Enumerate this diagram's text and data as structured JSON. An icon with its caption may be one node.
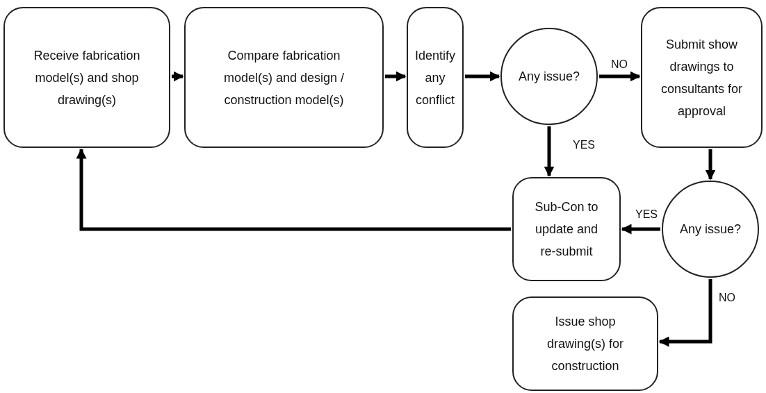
{
  "diagram": {
    "nodes": [
      {
        "text": [
          "Receive fabrication model(s) and shop drawing(s)"
        ]
      },
      {
        "text": [
          "Compare fabrication model(s) and design / construction model(s)"
        ]
      },
      {
        "text": [
          "Identify any conflict"
        ]
      },
      {
        "text": [
          "Any issue?"
        ]
      },
      {
        "text": [
          "Submit show drawings to consultants for approval"
        ]
      },
      {
        "text": [
          "Sub-Con to update and re-submit"
        ]
      },
      {
        "text": [
          "Any issue?"
        ]
      },
      {
        "text": [
          "Issue shop drawing(s) for construction"
        ]
      }
    ],
    "edges": [
      {
        "from": 0,
        "to": 1,
        "arrow": "to"
      },
      {
        "from": 1,
        "to": 2,
        "arrow": "to"
      },
      {
        "from": 2,
        "to": 3,
        "arrow": "to"
      },
      {
        "from": 3,
        "to": 4,
        "arrow": "to",
        "label": "NO"
      },
      {
        "from": 3,
        "to": 5,
        "arrow": "to",
        "label": "YES"
      },
      {
        "from": 4,
        "to": 6,
        "arrow": "to"
      },
      {
        "from": 6,
        "to": 5,
        "arrow": "to",
        "label": "YES"
      },
      {
        "from": 5,
        "to": 0,
        "arrow": "to"
      },
      {
        "from": 6,
        "to": 7,
        "arrow": "to",
        "label": "NO"
      }
    ]
  }
}
